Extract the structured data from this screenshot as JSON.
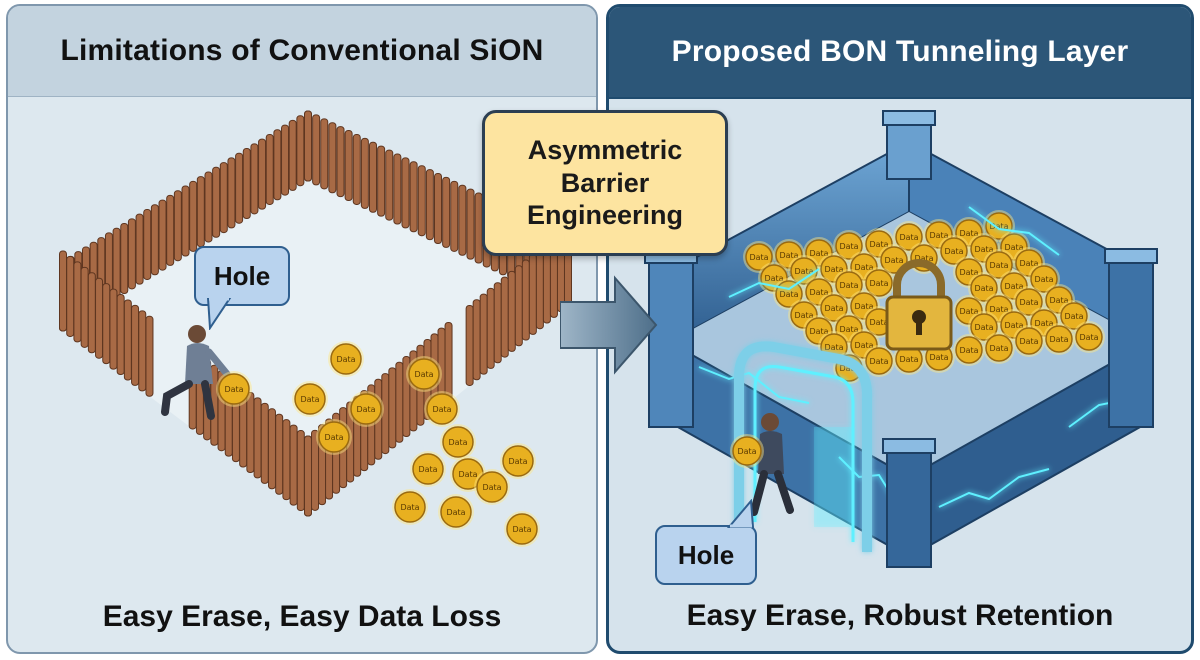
{
  "left": {
    "title": "Limitations of Conventional SiON",
    "caption": "Easy Erase, Easy Data Loss",
    "callout": "Hole"
  },
  "right": {
    "title": "Proposed BON Tunneling Layer",
    "caption": "Easy Erase, Robust Retention",
    "callout": "Hole"
  },
  "center": {
    "label_lines": [
      "Asymmetric",
      "Barrier",
      "Engineering"
    ]
  },
  "coin_text": "Data",
  "colors": {
    "left_header": "#c3d3df",
    "right_header": "#2c5678",
    "fence": "#a86a45",
    "wall": "#3f78ad",
    "glow": "#5ef0ff",
    "coin": "#e8b020",
    "label_box": "#fde4a0",
    "callout": "#b9d3ee"
  },
  "icons": [
    "person-icon",
    "padlock-icon",
    "arrow-right-icon",
    "data-coin-icon"
  ]
}
